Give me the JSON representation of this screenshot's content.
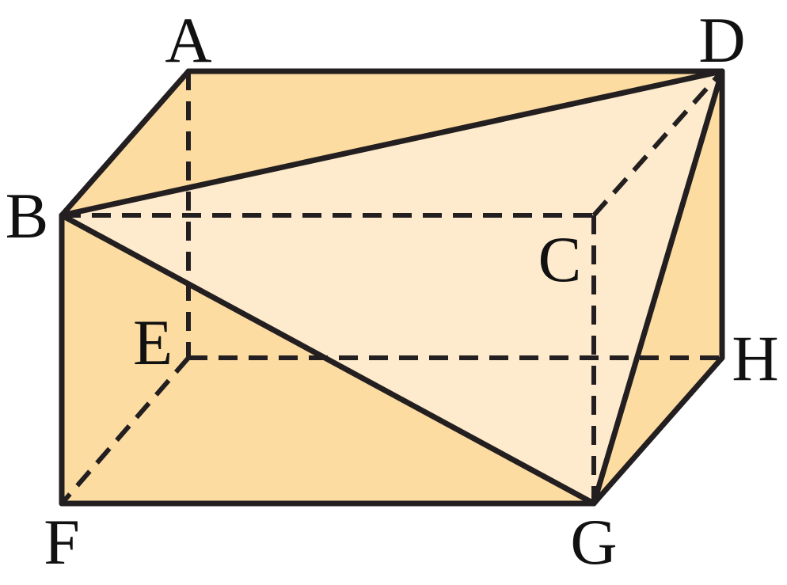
{
  "diagram": {
    "colors": {
      "face_fill": "#FDDCA1",
      "triangle_fill": "#FEEBCD",
      "edge_stroke": "#231F20",
      "background": "#FFFFFF"
    },
    "vertex_labels": {
      "A": "A",
      "B": "B",
      "C": "C",
      "D": "D",
      "E": "E",
      "F": "F",
      "G": "G",
      "H": "H"
    },
    "solid": "rectangular-prism",
    "highlighted_face": "triangle-BDG",
    "hidden_edges": [
      "AE",
      "EF",
      "EH",
      "BC",
      "CD",
      "CG"
    ]
  }
}
